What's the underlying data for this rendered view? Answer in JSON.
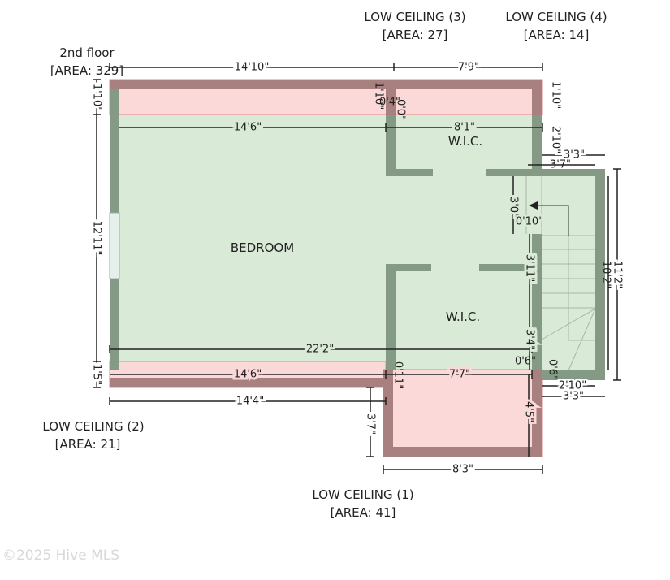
{
  "floor": {
    "name": "2nd floor",
    "area": "[AREA: 329]"
  },
  "rooms": {
    "bedroom": "BEDROOM",
    "wic_upper": "W.I.C.",
    "wic_lower": "W.I.C."
  },
  "low_ceilings": [
    {
      "name": "LOW CEILING (1)",
      "area": "[AREA: 41]"
    },
    {
      "name": "LOW CEILING (2)",
      "area": "[AREA: 21]"
    },
    {
      "name": "LOW CEILING (3)",
      "area": "[AREA: 27]"
    },
    {
      "name": "LOW CEILING (4)",
      "area": "[AREA: 14]"
    }
  ],
  "dimensions": {
    "top_left": "14'10\"",
    "top_right": "7'9\"",
    "inner_top_left": "14'6\"",
    "inner_top_right": "8'1\"",
    "left_top": "1'10\"",
    "left_mid": "12'11\"",
    "left_bottom": "1'5\"",
    "bedroom_width": "22'2\"",
    "inner_bottom_left": "14'6\"",
    "inner_bottom_right": "7'7\"",
    "bottom_left": "14'4\"",
    "lc1_left": "3'7\"",
    "lc1_right": "4'5\"",
    "lc1_bottom": "8'3\"",
    "right_top": "1'10\"",
    "right_wic": "2'10\"",
    "stair_top_outer": "3'3\"",
    "stair_top_inner": "3'7\"",
    "stair_opening": "3'0\"",
    "stair_step": "0'10\"",
    "stair_wall_upper": "3'11\"",
    "stair_wall_lower": "3'4\"",
    "stair_outer_height": "11'2\"",
    "stair_inner_height": "10'2\"",
    "stair_bottom_inner": "2'10\"",
    "stair_bottom_outer": "3'3\"",
    "small_a": "1'10\"",
    "small_b": "0'4\"",
    "small_c": "0'0\"",
    "small_d": "0'11\"",
    "small_e": "0'6\"",
    "small_f": "0'6\""
  },
  "watermark": "©2025 Hive MLS",
  "colors": {
    "room": "#d9ead7",
    "low_ceiling": "#fcd9d9",
    "wall": "#849a84",
    "low_wall": "#a98080"
  }
}
